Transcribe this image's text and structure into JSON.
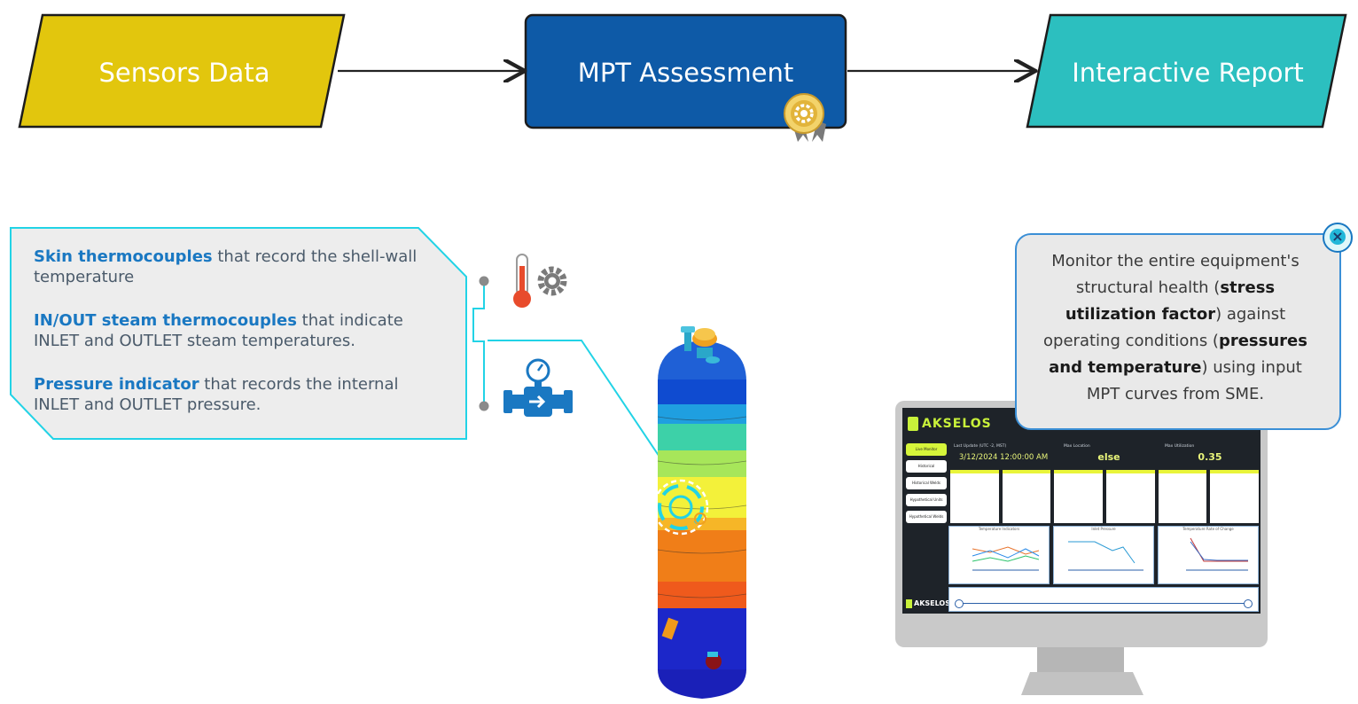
{
  "flow": {
    "step1": "Sensors Data",
    "step2": "MPT Assessment",
    "step3": "Interactive Report"
  },
  "sensors": {
    "skin_title": "Skin thermocouples",
    "skin_text": " that record the shell-wall temperature",
    "inout_title": "IN/OUT steam thermocouples",
    "inout_text": " that indicate INLET and OUTLET steam temperatures.",
    "pressure_title": "Pressure indicator",
    "pressure_text": " that records the internal INLET and OUTLET pressure."
  },
  "callout": {
    "line1": "Monitor the entire equipment's",
    "line2a": "structural health (",
    "line2b": "stress",
    "line3a": "utilization factor",
    "line3b": ") against",
    "line4a": "operating conditions (",
    "line4b": "pressures",
    "line5a": "and temperature",
    "line5b": ") using input",
    "line6": "MPT curves from SME."
  },
  "dashboard": {
    "brand": "AKSELOS",
    "brand_footer": "AKSELOS",
    "last_update_label": "Last Update (UTC -2, MST)",
    "last_update_value": "3/12/2024 12:00:00 AM",
    "max_location_label": "Max Location",
    "max_location_value": "else",
    "max_util_label": "Max Utilization",
    "max_util_value": "0.35",
    "nav": [
      "Live Monitor",
      "Historical",
      "Historical Welds",
      "Hypothetical Units",
      "Hypothetical Welds"
    ],
    "panel_titles": [
      "Temperature Indicators",
      "Inlet Pressure",
      "Temperature Rate of Change"
    ]
  },
  "colors": {
    "step1": "#e2c60d",
    "step2": "#0e5aa7",
    "step3": "#2cbfbf",
    "accent_cyan": "#22d3e6",
    "sensor_blue": "#1a78c2"
  }
}
